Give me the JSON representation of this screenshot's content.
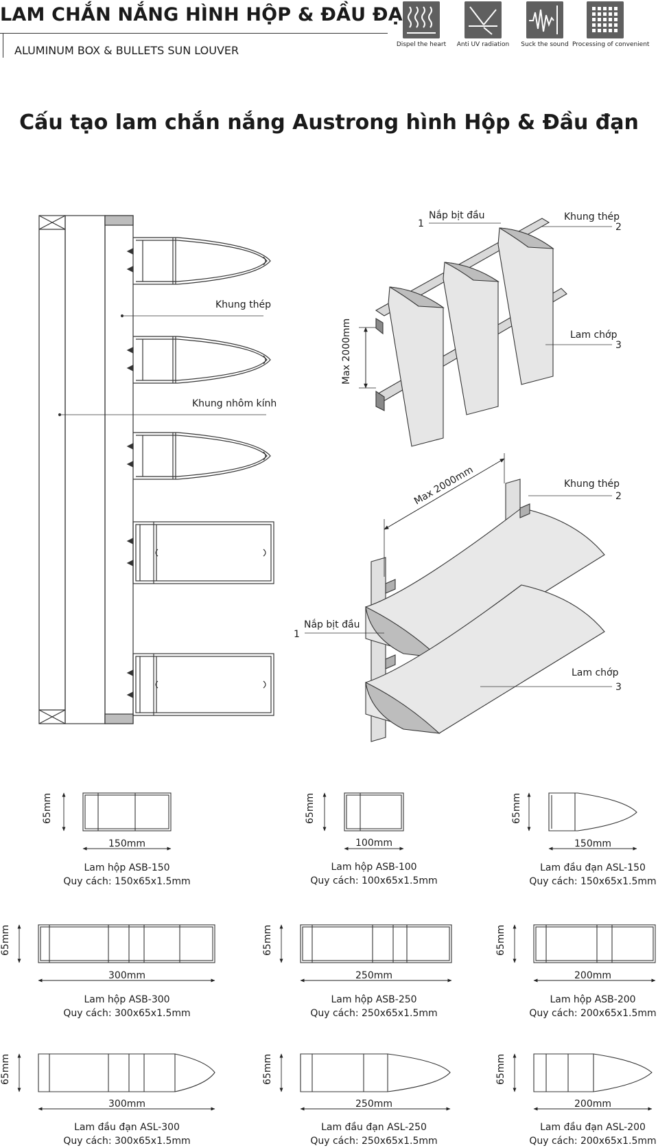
{
  "header": {
    "title": "LAM CHẮN NẮNG HÌNH HỘP & ĐẦU ĐẠN",
    "subtitle": "ALUMINUM BOX & BULLETS SUN LOUVER"
  },
  "features": [
    {
      "icon": "heat-waves-icon",
      "caption": "Dispel the heart"
    },
    {
      "icon": "uv-reflect-icon",
      "caption": "Anti UV radiation"
    },
    {
      "icon": "sound-wave-icon",
      "caption": "Suck the sound"
    },
    {
      "icon": "grid-panel-icon",
      "caption": "Processing of convenient"
    }
  ],
  "section_title": "Cấu tạo lam chắn nắng Austrong hình Hộp & Đầu đạn",
  "section_diagram": {
    "label_steel": "Khung thép",
    "label_glass": "Khung nhôm kính"
  },
  "vertical_diagram": {
    "cap_label": "Nắp bịt đầu",
    "cap_num": "1",
    "frame_label": "Khung thép",
    "frame_num": "2",
    "louver_label": "Lam chớp",
    "louver_num": "3",
    "max_label": "Max 2000mm"
  },
  "horizontal_diagram": {
    "cap_label": "Nắp bịt đầu",
    "cap_num": "1",
    "frame_label": "Khung thép",
    "frame_num": "2",
    "louver_label": "Lam chớp",
    "louver_num": "3",
    "max_label": "Max 2000mm"
  },
  "specs": [
    {
      "height": "65mm",
      "width": "150mm",
      "name": "Lam hộp ASB-150",
      "spec": "Quy cách: 150x65x1.5mm"
    },
    {
      "height": "65mm",
      "width": "100mm",
      "name": "Lam hộp ASB-100",
      "spec": "Quy cách: 100x65x1.5mm"
    },
    {
      "height": "65mm",
      "width": "150mm",
      "name": "Lam đầu đạn ASL-150",
      "spec": "Quy cách: 150x65x1.5mm"
    },
    {
      "height": "65mm",
      "width": "300mm",
      "name": "Lam hộp ASB-300",
      "spec": "Quy cách: 300x65x1.5mm"
    },
    {
      "height": "65mm",
      "width": "250mm",
      "name": "Lam hộp ASB-250",
      "spec": "Quy cách: 250x65x1.5mm"
    },
    {
      "height": "65mm",
      "width": "200mm",
      "name": "Lam hộp ASB-200",
      "spec": "Quy cách: 200x65x1.5mm"
    },
    {
      "height": "65mm",
      "width": "300mm",
      "name": "Lam đầu đạn ASL-300",
      "spec": "Quy cách: 300x65x1.5mm"
    },
    {
      "height": "65mm",
      "width": "250mm",
      "name": "Lam đầu đạn ASL-250",
      "spec": "Quy cách: 250x65x1.5mm"
    },
    {
      "height": "65mm",
      "width": "200mm",
      "name": "Lam đầu đạn ASL-200",
      "spec": "Quy cách: 200x65x1.5mm"
    }
  ]
}
